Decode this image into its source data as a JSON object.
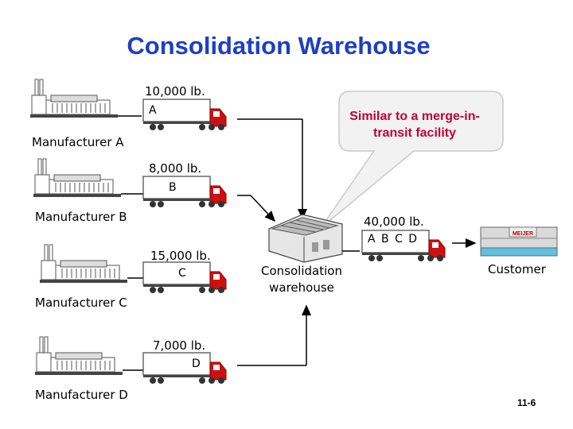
{
  "title": "Consolidation Warehouse",
  "manufacturers": [
    {
      "name": "Manufacturer A",
      "weight": "10,000 lb.",
      "letter": "A"
    },
    {
      "name": "Manufacturer B",
      "weight": "8,000 lb.",
      "letter": "B"
    },
    {
      "name": "Manufacturer C",
      "weight": "15,000 lb.",
      "letter": "C"
    },
    {
      "name": "Manufacturer D",
      "weight": "7,000 lb.",
      "letter": "D"
    }
  ],
  "callout": "Similar to a merge-in-transit facility",
  "warehouse": {
    "label": "Consolidation warehouse"
  },
  "outbound": {
    "weight": "40,000 lb.",
    "letters": "A B C D"
  },
  "customer": {
    "label": "Customer",
    "sign": "MEIJER"
  },
  "slide_number": "11-6"
}
